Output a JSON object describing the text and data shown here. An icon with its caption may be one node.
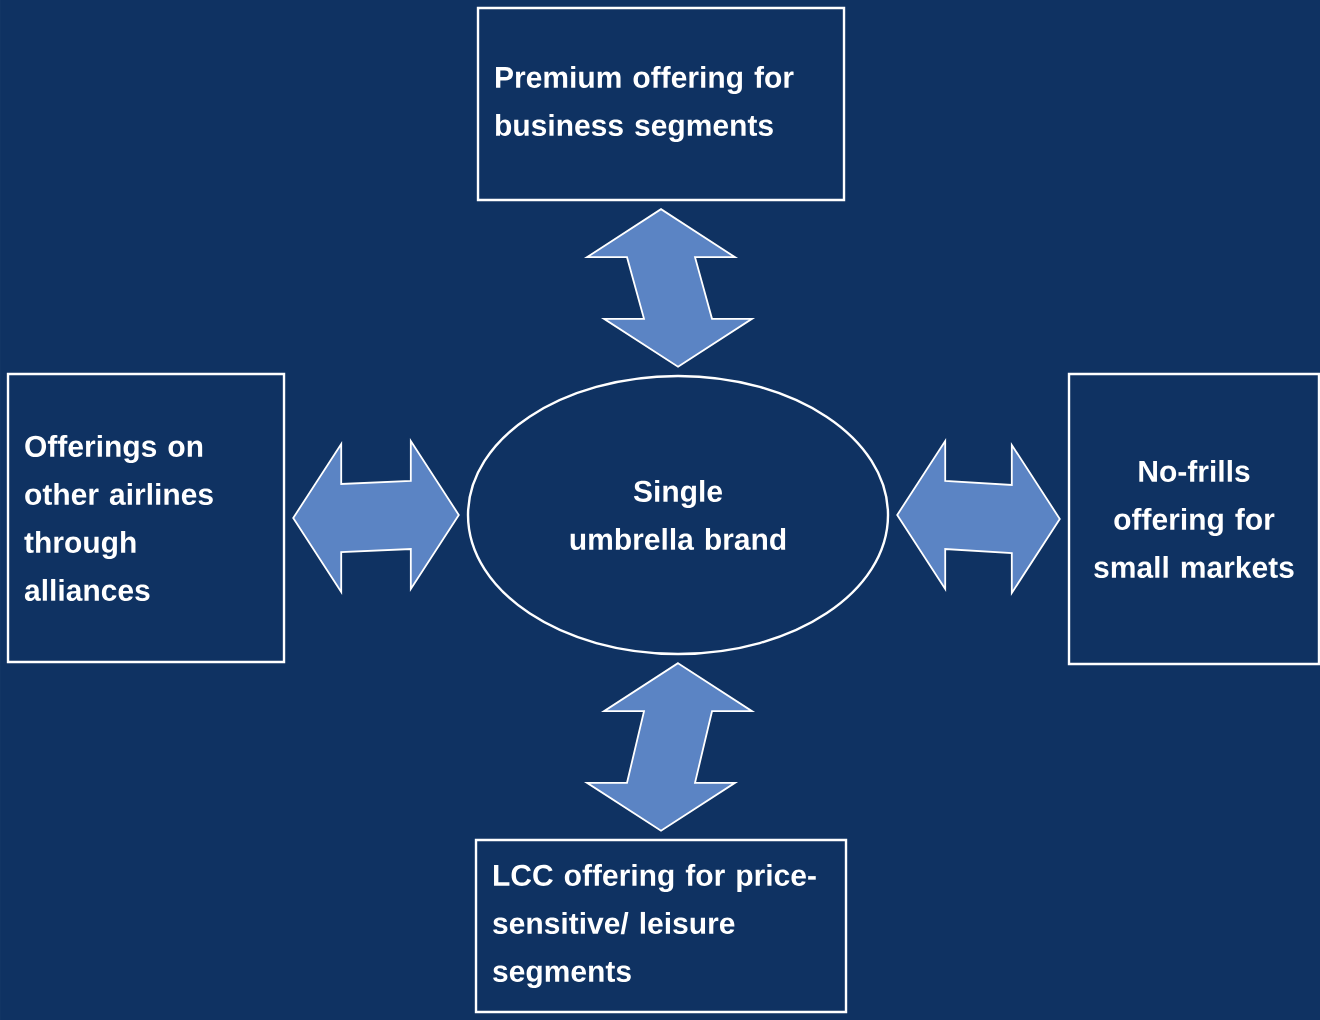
{
  "diagram": {
    "nodes": [
      {
        "text": [
          "Premium offering for business segments"
        ]
      },
      {
        "text": [
          "Offerings on other airlines through alliances"
        ]
      },
      {
        "text": [
          "Single umbrella brand"
        ]
      },
      {
        "text": [
          "No-frills offering for small markets"
        ]
      },
      {
        "text": [
          "LCC offering for price-sensitive/ leisure segments"
        ]
      }
    ],
    "edges": [
      {
        "from": 2,
        "to": 0,
        "arrow": "both"
      },
      {
        "from": 2,
        "to": 1,
        "arrow": "both"
      },
      {
        "from": 2,
        "to": 3,
        "arrow": "both"
      },
      {
        "from": 2,
        "to": 4,
        "arrow": "both"
      }
    ]
  }
}
